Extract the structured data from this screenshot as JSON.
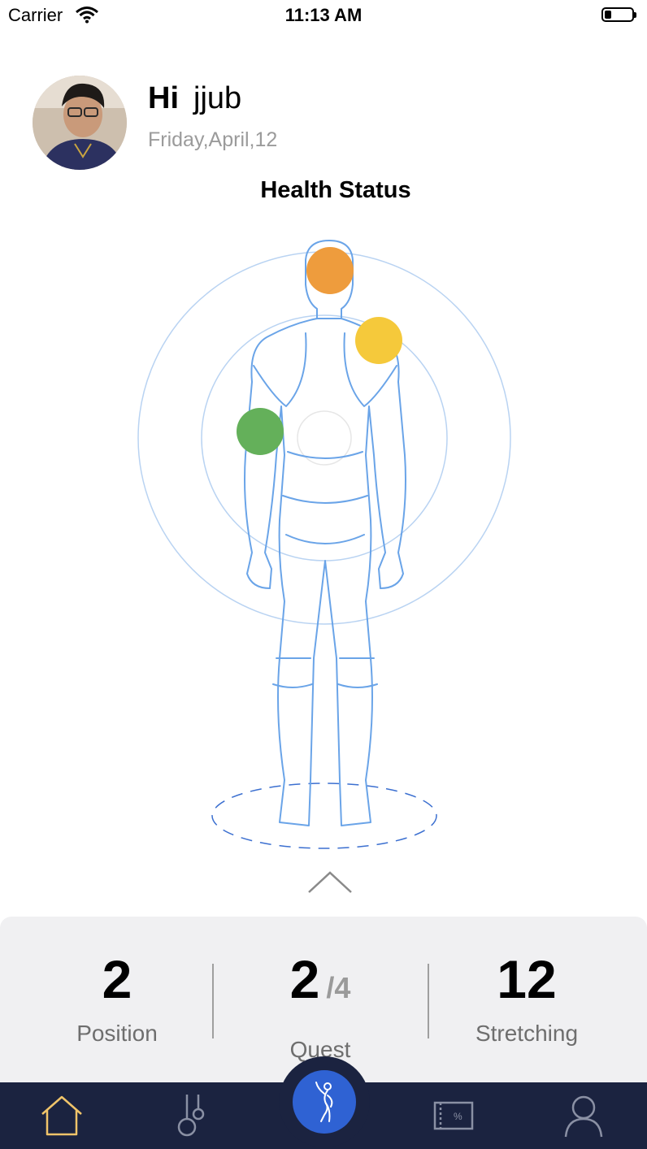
{
  "status_bar": {
    "carrier": "Carrier",
    "time": "11:13 AM"
  },
  "header": {
    "greeting": "Hi",
    "user_name": "jjub",
    "date": "Friday,April,12"
  },
  "health": {
    "title": "Health Status",
    "markers": [
      {
        "area": "head",
        "color": "#ee9c3d"
      },
      {
        "area": "shoulder",
        "color": "#f5c93b"
      },
      {
        "area": "arm",
        "color": "#64b05a"
      }
    ]
  },
  "stats": {
    "position": {
      "value": "2",
      "label": "Position"
    },
    "quest": {
      "value": "2",
      "total": "/4",
      "label": "Quest"
    },
    "stretching": {
      "value": "12",
      "label": "Stretching"
    }
  },
  "tab_bar": {
    "items": [
      {
        "icon": "home-icon",
        "color": "#f0c46a"
      },
      {
        "icon": "rings-icon",
        "color": "#8a90a4"
      },
      {
        "icon": "stretch-figure-icon",
        "color": "#ffffff"
      },
      {
        "icon": "coupon-icon",
        "color": "#8a90a4"
      },
      {
        "icon": "profile-icon",
        "color": "#8a90a4"
      }
    ]
  },
  "colors": {
    "accent_blue": "#2f62d3",
    "tab_bar_bg": "#1b2340",
    "outline_blue": "#4a90e2"
  }
}
